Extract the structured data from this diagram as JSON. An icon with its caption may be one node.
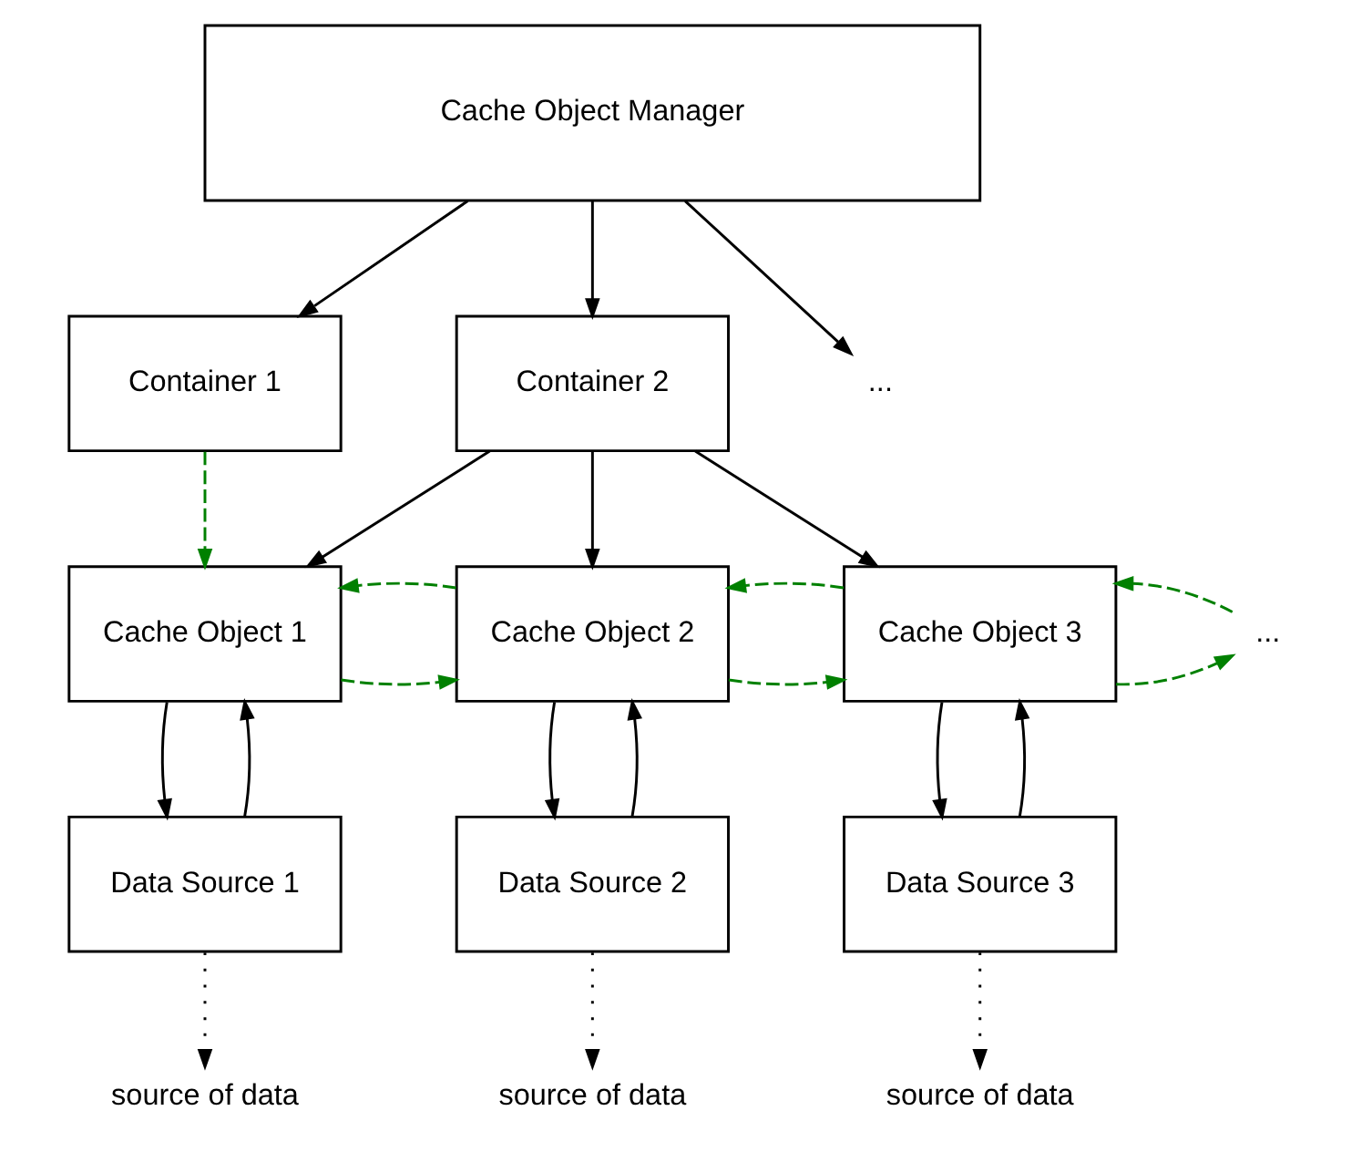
{
  "diagram": {
    "nodes": [
      {
        "text": [
          "Cache Object Manager"
        ]
      },
      {
        "text": [
          "Container 1"
        ]
      },
      {
        "text": [
          "Container 2"
        ]
      },
      {
        "text": [
          "..."
        ]
      },
      {
        "text": [
          "Cache Object 1"
        ]
      },
      {
        "text": [
          "Cache Object 2"
        ]
      },
      {
        "text": [
          "Cache Object 3"
        ]
      },
      {
        "text": [
          "..."
        ]
      },
      {
        "text": [
          "Data Source 1"
        ]
      },
      {
        "text": [
          "Data Source 2"
        ]
      },
      {
        "text": [
          "Data Source 3"
        ]
      },
      {
        "text": [
          "source of data"
        ]
      },
      {
        "text": [
          "source of data"
        ]
      },
      {
        "text": [
          "source of data"
        ]
      }
    ],
    "edges": [
      {
        "from": 0,
        "to": 1,
        "arrow": "to"
      },
      {
        "from": 0,
        "to": 2,
        "arrow": "to"
      },
      {
        "from": 0,
        "to": 3,
        "arrow": "to"
      },
      {
        "from": 1,
        "to": 4,
        "arrow": "to",
        "style": "dashed",
        "color": "#008000"
      },
      {
        "from": 2,
        "to": 4,
        "arrow": "to"
      },
      {
        "from": 2,
        "to": 5,
        "arrow": "to"
      },
      {
        "from": 2,
        "to": 6,
        "arrow": "to"
      },
      {
        "from": 4,
        "to": 5,
        "arrow": "to",
        "style": "dashed",
        "color": "#008000"
      },
      {
        "from": 5,
        "to": 4,
        "arrow": "to",
        "style": "dashed",
        "color": "#008000"
      },
      {
        "from": 5,
        "to": 6,
        "arrow": "to",
        "style": "dashed",
        "color": "#008000"
      },
      {
        "from": 6,
        "to": 5,
        "arrow": "to",
        "style": "dashed",
        "color": "#008000"
      },
      {
        "from": 6,
        "to": 7,
        "arrow": "to",
        "style": "dashed",
        "color": "#008000"
      },
      {
        "from": 7,
        "to": 6,
        "arrow": "to",
        "style": "dashed",
        "color": "#008000"
      },
      {
        "from": 4,
        "to": 8,
        "arrow": "to"
      },
      {
        "from": 8,
        "to": 4,
        "arrow": "to"
      },
      {
        "from": 5,
        "to": 9,
        "arrow": "to"
      },
      {
        "from": 9,
        "to": 5,
        "arrow": "to"
      },
      {
        "from": 6,
        "to": 10,
        "arrow": "to"
      },
      {
        "from": 10,
        "to": 6,
        "arrow": "to"
      },
      {
        "from": 8,
        "to": 11,
        "arrow": "to",
        "style": "dashed"
      },
      {
        "from": 9,
        "to": 12,
        "arrow": "to",
        "style": "dashed"
      },
      {
        "from": 10,
        "to": 13,
        "arrow": "to",
        "style": "dashed"
      }
    ]
  }
}
